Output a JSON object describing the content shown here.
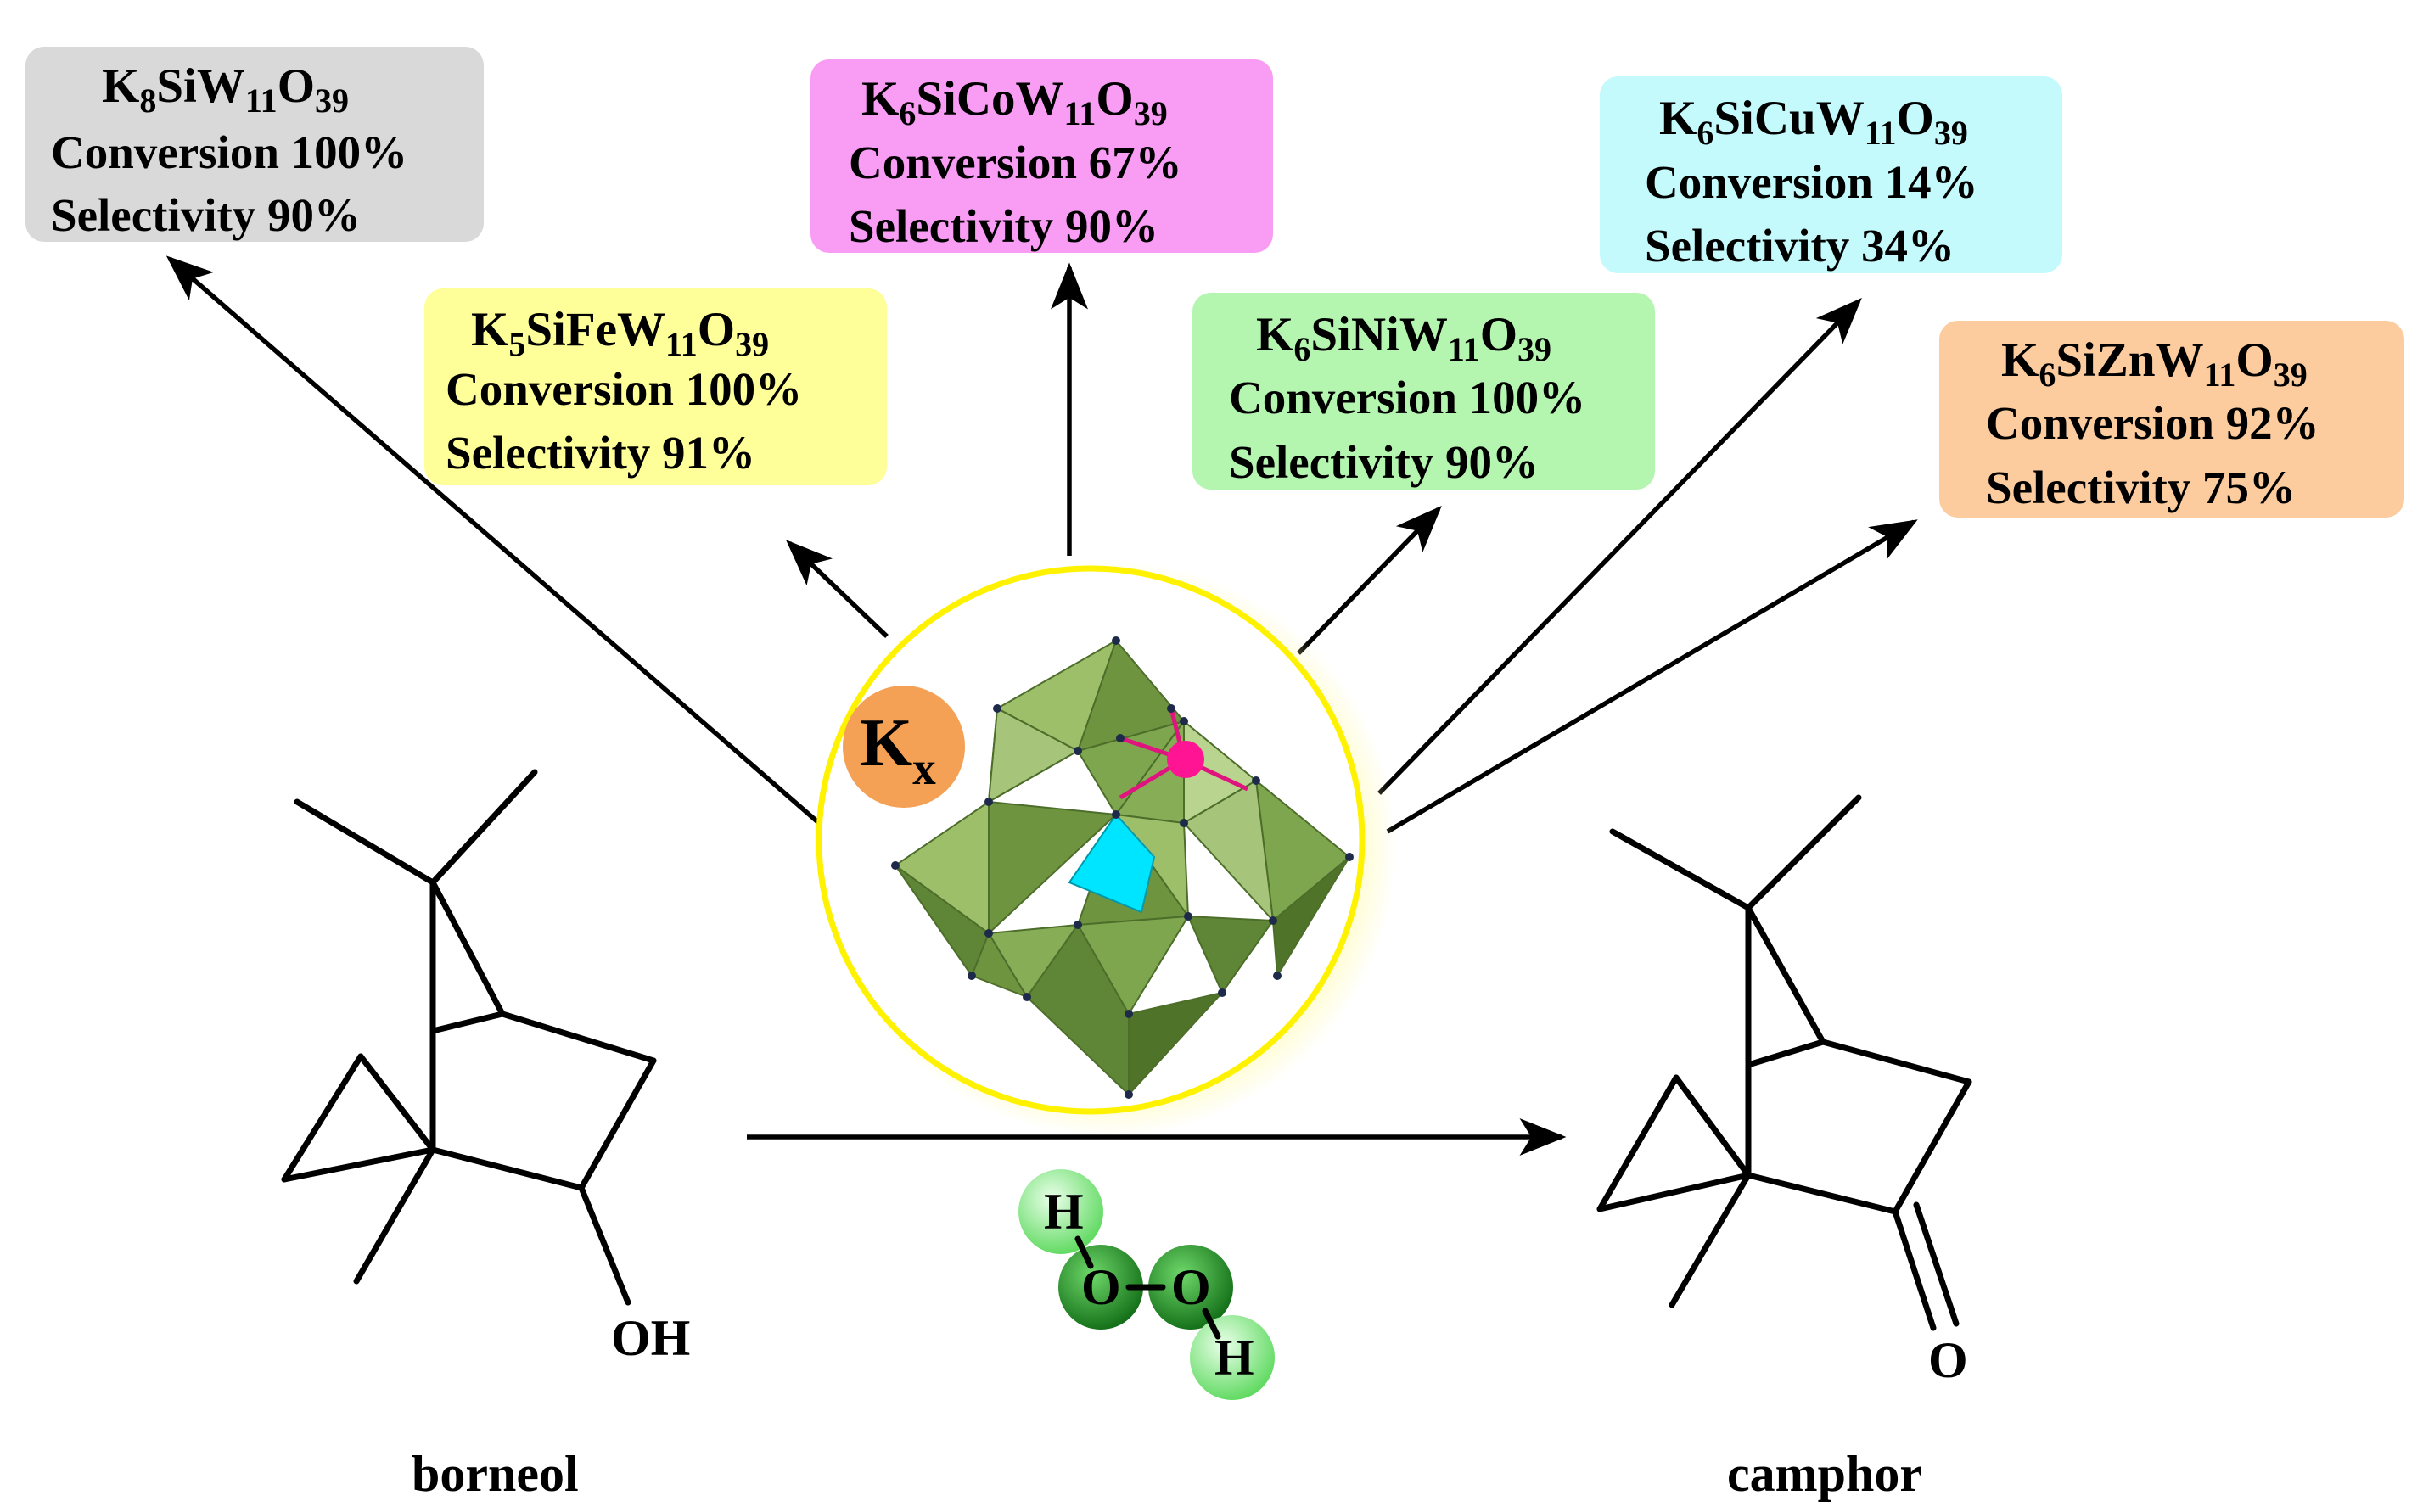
{
  "catalysts": [
    {
      "id": "si",
      "formula": {
        "k": "K",
        "ksub": "8",
        "mid": "Si",
        "w": "W",
        "wsub": "11",
        "o": "O",
        "osub": "39"
      },
      "conversion": "Conversion 100%",
      "selectivity": "Selectivity 90%",
      "color": "#d9d9d9"
    },
    {
      "id": "fe",
      "formula": {
        "k": "K",
        "ksub": "5",
        "mid": "SiFe",
        "w": "W",
        "wsub": "11",
        "o": "O",
        "osub": "39"
      },
      "conversion": "Conversion 100%",
      "selectivity": "Selectivity 91%",
      "color": "#ffff99"
    },
    {
      "id": "co",
      "formula": {
        "k": "K",
        "ksub": "6",
        "mid": "SiCo",
        "w": "W",
        "wsub": "11",
        "o": "O",
        "osub": "39"
      },
      "conversion": "Conversion 67%",
      "selectivity": "Selectivity 90%",
      "color": "#f99cf4"
    },
    {
      "id": "ni",
      "formula": {
        "k": "K",
        "ksub": "6",
        "mid": "SiNi",
        "w": "W",
        "wsub": "11",
        "o": "O",
        "osub": "39"
      },
      "conversion": "Conversion 100%",
      "selectivity": "Selectivity 90%",
      "color": "#b4f5b0"
    },
    {
      "id": "cu",
      "formula": {
        "k": "K",
        "ksub": "6",
        "mid": "SiCu",
        "w": "W",
        "wsub": "11",
        "o": "O",
        "osub": "39"
      },
      "conversion": "Conversion 14%",
      "selectivity": "Selectivity 34%",
      "color": "#c4fafc"
    },
    {
      "id": "zn",
      "formula": {
        "k": "K",
        "ksub": "6",
        "mid": "SiZn",
        "w": "W",
        "wsub": "11",
        "o": "O",
        "osub": "39"
      },
      "conversion": "Conversion 92%",
      "selectivity": "Selectivity 75%",
      "color": "#fccc9e"
    }
  ],
  "kx": {
    "k": "K",
    "sub": "x",
    "color": "#f4a055"
  },
  "reactant": {
    "name": "borneol",
    "group": "OH"
  },
  "product": {
    "name": "camphor",
    "group": "O"
  },
  "oxidant": {
    "h": "H",
    "o": "O"
  },
  "colors": {
    "circle": "#fff200",
    "polyhedra": "#7fa348",
    "heteroatom": "#ff1493",
    "central": "#00e5ff"
  }
}
